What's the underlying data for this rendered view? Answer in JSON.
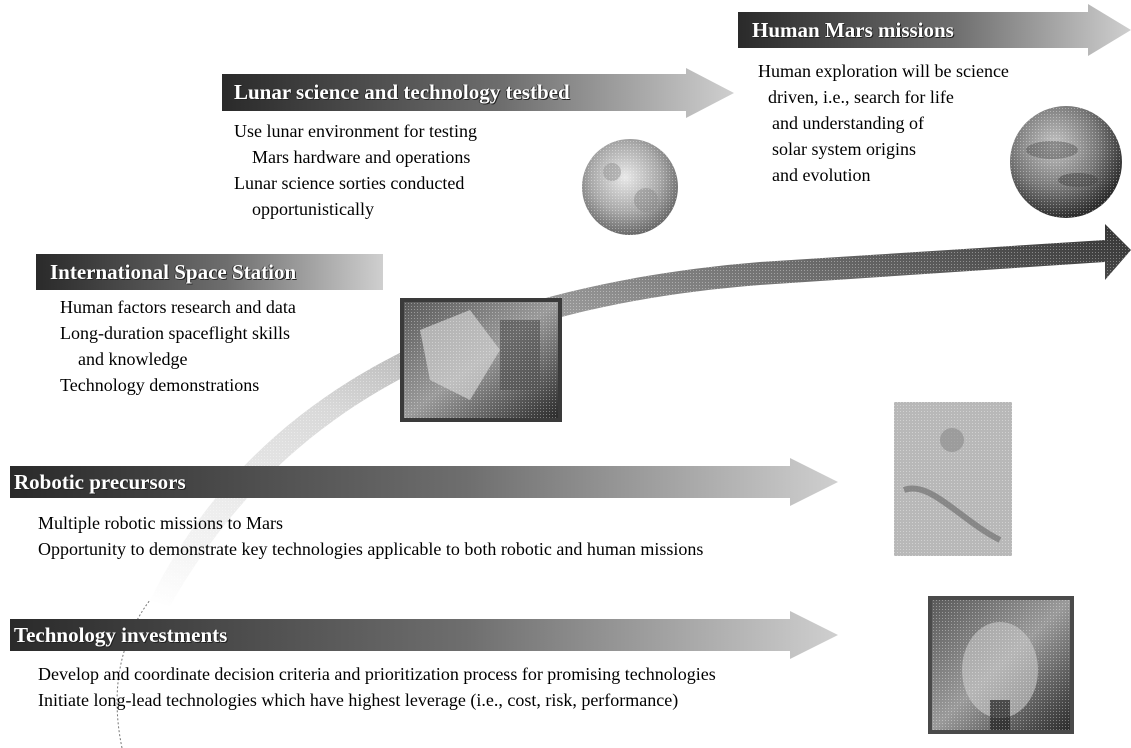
{
  "stages": {
    "mars": {
      "title": "Human Mars missions",
      "lines": [
        "Human exploration will be science",
        "driven, i.e., search for life",
        "and understanding of",
        "solar system origins",
        "and evolution"
      ]
    },
    "lunar": {
      "title": "Lunar science and technology testbed",
      "lines": [
        "Use lunar environment for testing",
        "Mars hardware and operations",
        "Lunar science sorties conducted",
        "opportunistically"
      ]
    },
    "iss": {
      "title": "International Space Station",
      "lines": [
        "Human factors research and data",
        "Long-duration spaceflight skills",
        "and knowledge",
        "Technology demonstrations"
      ]
    },
    "robotic": {
      "title": "Robotic precursors",
      "lines": [
        "Multiple robotic missions to Mars",
        "Opportunity to demonstrate key technologies applicable to both robotic and human missions"
      ]
    },
    "tech": {
      "title": "Technology investments",
      "lines": [
        "Develop and coordinate decision criteria and prioritization process for promising technologies",
        "Initiate long-lead technologies which have highest leverage (i.e., cost, risk, performance)"
      ]
    }
  },
  "colors": {
    "banner_start": "#b0b0b0",
    "banner_end": "#2a2a2a",
    "text": "#000000"
  },
  "images": [
    "moon-photo",
    "mars-globe",
    "space-station-photo",
    "mars-terrain-photo",
    "technology-hardware-photo"
  ]
}
